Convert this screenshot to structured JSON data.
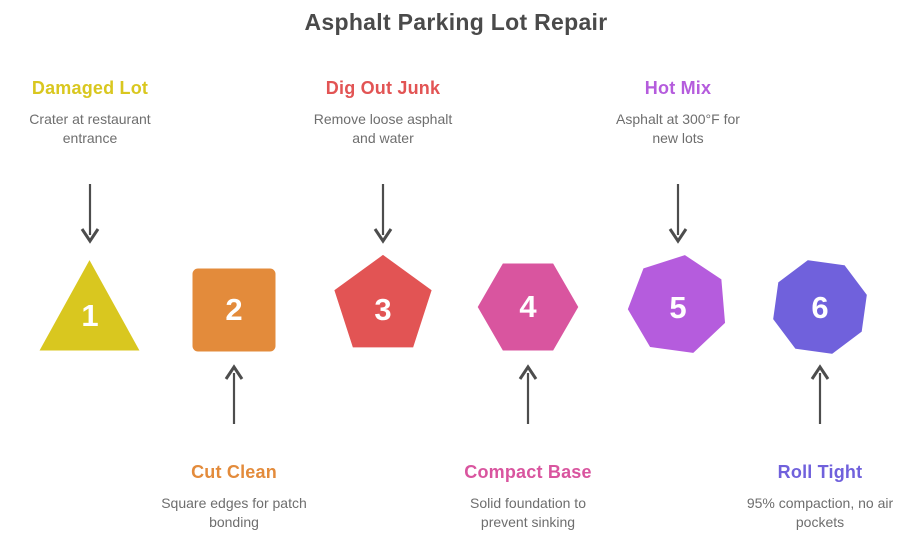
{
  "title": "Asphalt Parking Lot Repair",
  "palette": {
    "title_color": "#4a4a4a",
    "description_color": "#6e6e6e",
    "arrow_color": "#4d4d4d",
    "background": "#ffffff",
    "number_color": "#ffffff"
  },
  "steps": [
    {
      "number": "1",
      "name": "Damaged Lot",
      "description": "Crater at restaurant\nentrance",
      "color": "#d9c71f",
      "shape": "triangle",
      "label_position": "top"
    },
    {
      "number": "2",
      "name": "Cut Clean",
      "description": "Square edges for patch\nbonding",
      "color": "#e38b3b",
      "shape": "square",
      "label_position": "bottom"
    },
    {
      "number": "3",
      "name": "Dig Out Junk",
      "description": "Remove loose asphalt\nand water",
      "color": "#e25454",
      "shape": "pentagon",
      "label_position": "top"
    },
    {
      "number": "4",
      "name": "Compact Base",
      "description": "Solid foundation to\nprevent sinking",
      "color": "#d9559f",
      "shape": "hexagon",
      "label_position": "bottom"
    },
    {
      "number": "5",
      "name": "Hot Mix",
      "description": "Asphalt at 300°F for\nnew lots",
      "color": "#b55cdd",
      "shape": "heptagon",
      "label_position": "top"
    },
    {
      "number": "6",
      "name": "Roll Tight",
      "description": "95% compaction, no air\npockets",
      "color": "#7061dc",
      "shape": "octagon",
      "label_position": "bottom"
    }
  ]
}
